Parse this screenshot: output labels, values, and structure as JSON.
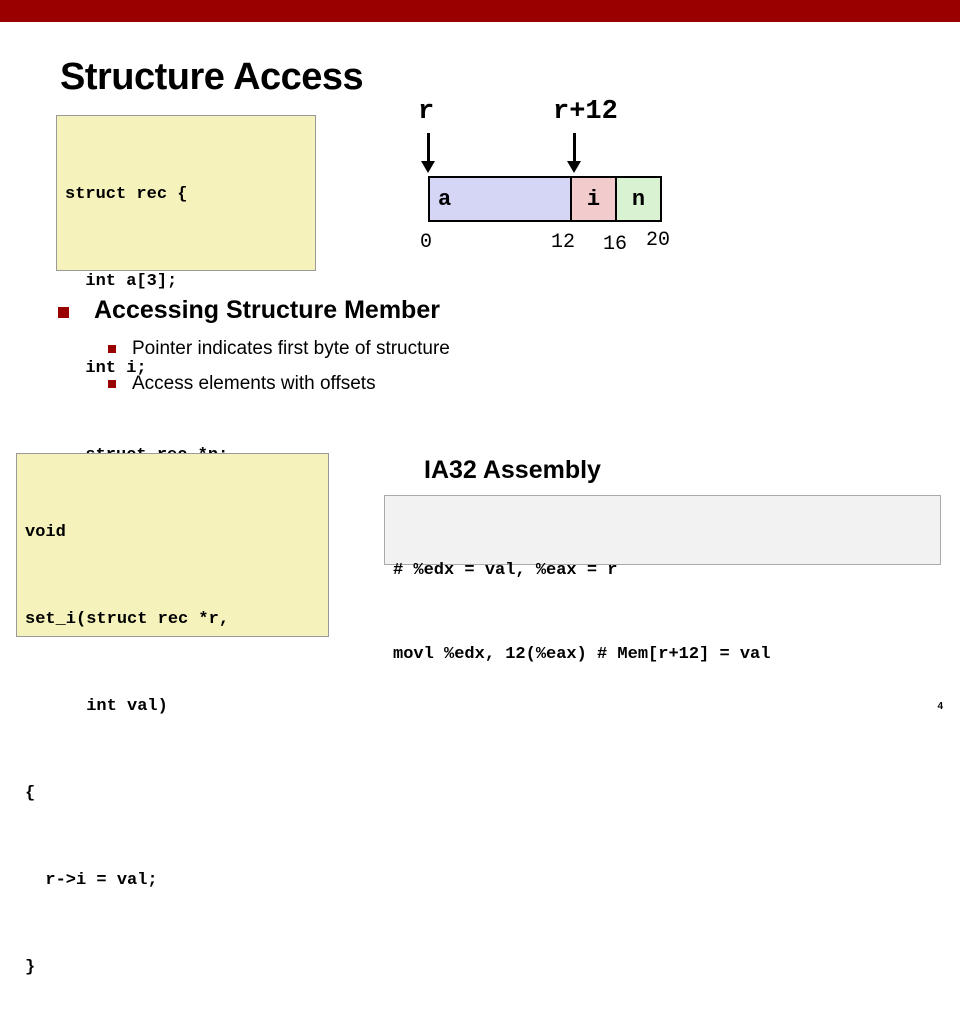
{
  "slide": {
    "title": "Structure Access",
    "page_number": "4",
    "accent_color": "#990000"
  },
  "struct_code": [
    "struct rec {",
    "  int a[3];",
    "  int i;",
    "  struct rec *n;",
    "};"
  ],
  "diagram": {
    "pointers": [
      "r",
      "r+12"
    ],
    "fields": [
      {
        "label": "a",
        "color": "#d5d5f5"
      },
      {
        "label": "i",
        "color": "#f2cccc"
      },
      {
        "label": "n",
        "color": "#d8f2d2"
      }
    ],
    "offsets": [
      "0",
      "12",
      "16",
      "20"
    ]
  },
  "bullets": {
    "heading": "Accessing Structure Member",
    "items": [
      "Pointer indicates first byte of structure",
      "Access elements with offsets"
    ]
  },
  "function_code": [
    "void",
    "set_i(struct rec *r,",
    "      int val)",
    "{",
    "  r->i = val;",
    "}"
  ],
  "assembly": {
    "heading": "IA32 Assembly",
    "lines": [
      "# %edx = val, %eax = r",
      "movl %edx, 12(%eax) # Mem[r+12] = val"
    ]
  }
}
